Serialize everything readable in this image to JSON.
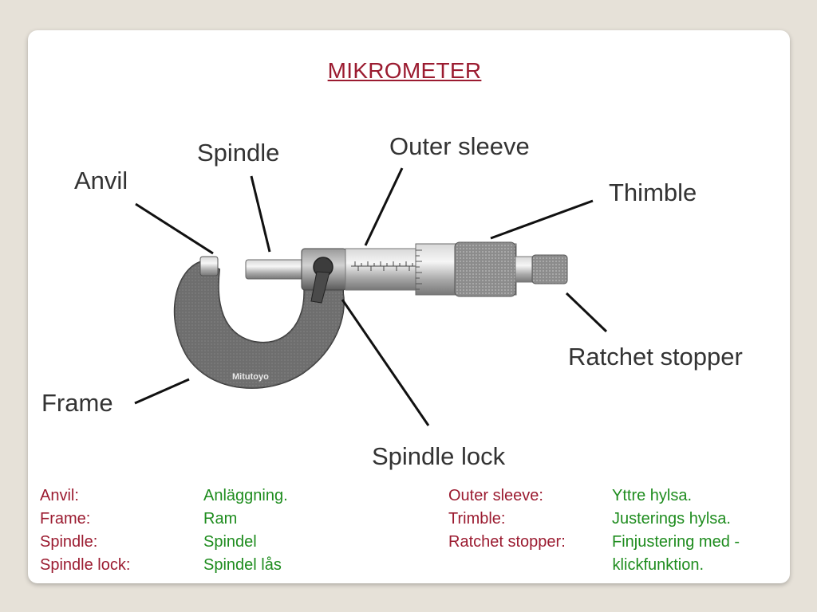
{
  "title": "MIKROMETER",
  "labels": {
    "anvil": "Anvil",
    "spindle": "Spindle",
    "outer_sleeve": "Outer sleeve",
    "thimble": "Thimble",
    "ratchet_stopper": "Ratchet stopper",
    "frame": "Frame",
    "spindle_lock": "Spindle lock",
    "brand": "Mitutoyo"
  },
  "glossary_left": [
    {
      "term": "Anvil:",
      "translation": "Anläggning."
    },
    {
      "term": "Frame:",
      "translation": "Ram"
    },
    {
      "term": "Spindle:",
      "translation": "Spindel"
    },
    {
      "term": "Spindle lock:",
      "translation": "Spindel lås"
    }
  ],
  "glossary_right": [
    {
      "term": "Outer sleeve:",
      "translation": "Yttre hylsa."
    },
    {
      "term": "Trimble:",
      "translation": "Justerings hylsa."
    },
    {
      "term": "Ratchet stopper:",
      "translation": "Finjustering med -"
    },
    {
      "term": "",
      "translation": " klickfunktion."
    }
  ],
  "colors": {
    "term": "#9b1b30",
    "translation": "#1e8c1e",
    "label": "#333333",
    "background": "#e6e1d8"
  }
}
